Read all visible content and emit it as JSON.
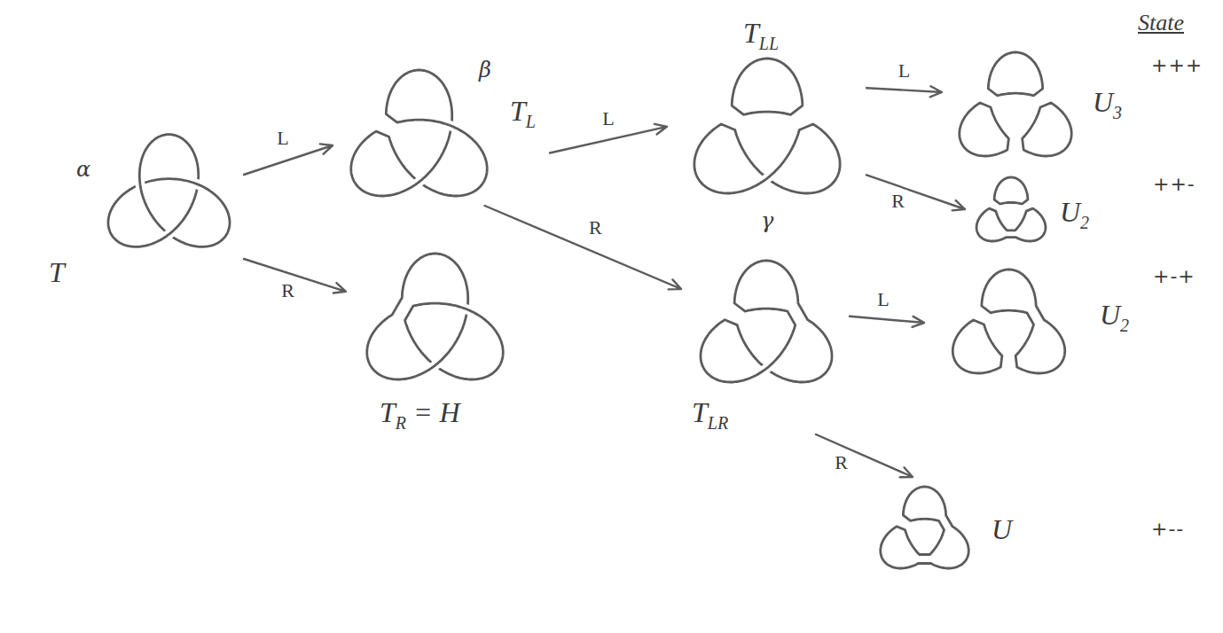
{
  "diagram": {
    "nodes": [
      {
        "text": [
          "T"
        ]
      },
      {
        "text": [
          "TL"
        ]
      },
      {
        "text": [
          "TR = H"
        ]
      },
      {
        "text": [
          "TLL"
        ]
      },
      {
        "text": [
          "TLR"
        ]
      },
      {
        "text": [
          "U3"
        ]
      },
      {
        "text": [
          "U2"
        ]
      },
      {
        "text": [
          "U2"
        ]
      },
      {
        "text": [
          "U"
        ]
      }
    ],
    "edges": [
      {
        "from": 0,
        "to": 1,
        "arrow": "to",
        "label": "L"
      },
      {
        "from": 0,
        "to": 2,
        "arrow": "to",
        "label": "R"
      },
      {
        "from": 1,
        "to": 3,
        "arrow": "to",
        "label": "L"
      },
      {
        "from": 1,
        "to": 4,
        "arrow": "to",
        "label": "R"
      },
      {
        "from": 3,
        "to": 5,
        "arrow": "to",
        "label": "L"
      },
      {
        "from": 3,
        "to": 6,
        "arrow": "to",
        "label": "R"
      },
      {
        "from": 4,
        "to": 7,
        "arrow": "to",
        "label": "L"
      },
      {
        "from": 4,
        "to": 8,
        "arrow": "to",
        "label": "R"
      }
    ],
    "labels": [
      "State",
      "α",
      "β",
      "γ",
      "+++",
      "++-",
      "+-+",
      "+--"
    ]
  }
}
